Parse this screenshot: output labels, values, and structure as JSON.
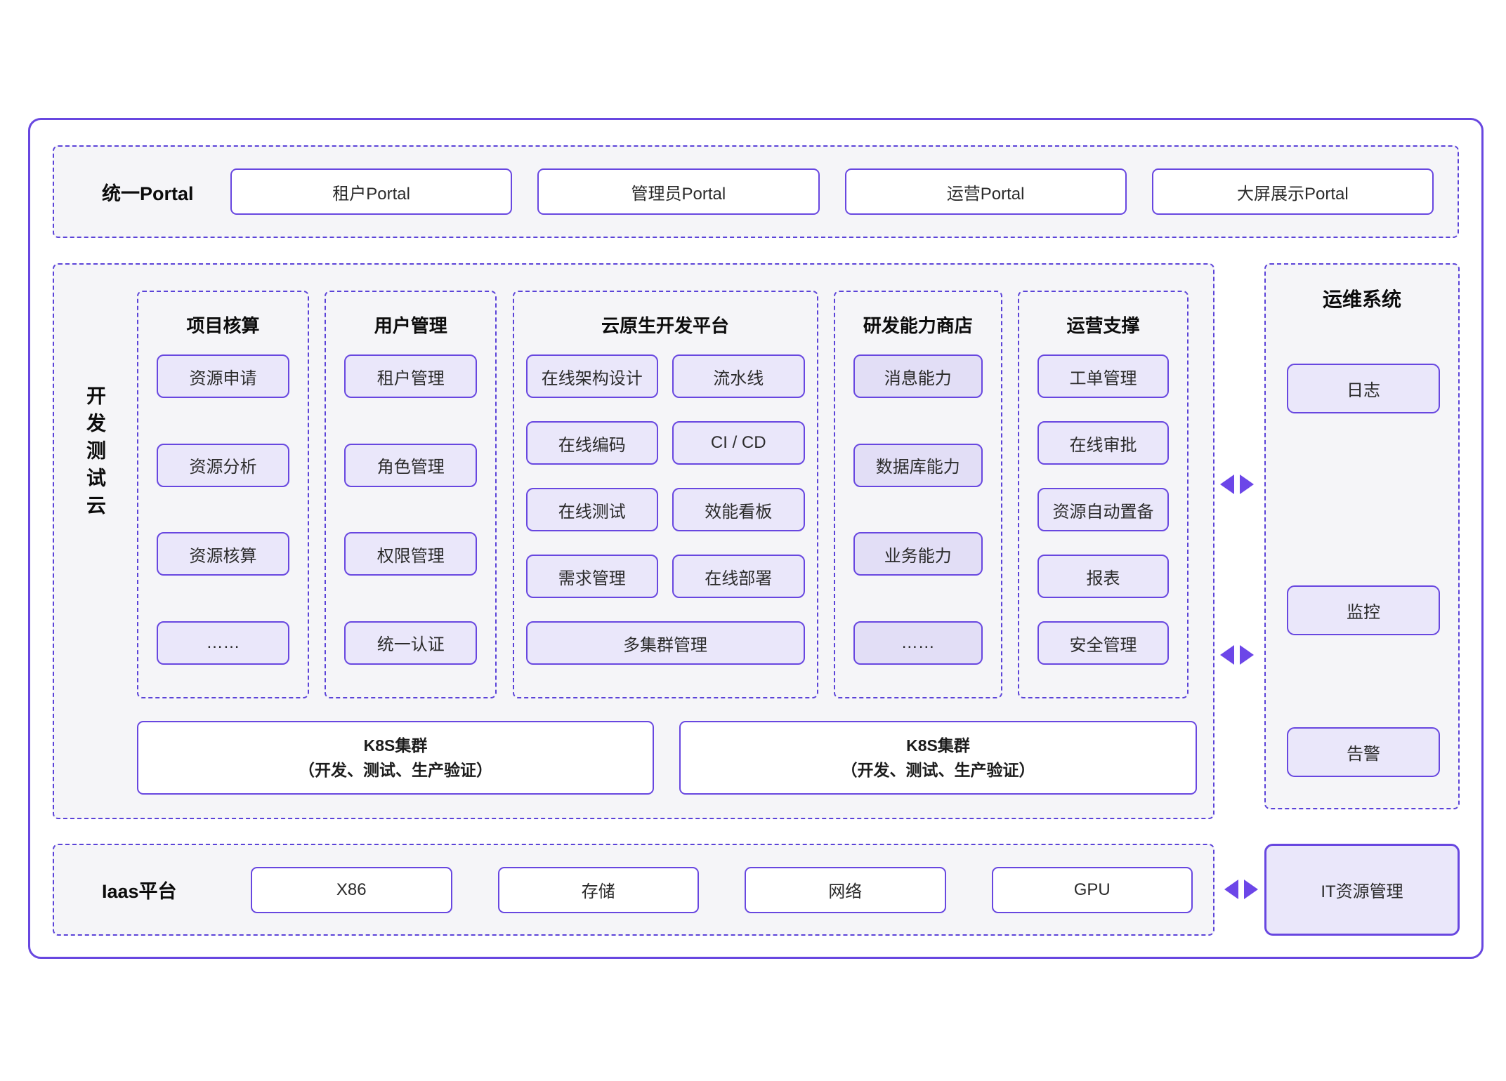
{
  "portal": {
    "label": "统一Portal",
    "items": [
      "租户Portal",
      "管理员Portal",
      "运营Portal",
      "大屏展示Portal"
    ]
  },
  "dev_cloud": {
    "label": "开发测试云",
    "columns": [
      {
        "title": "项目核算",
        "items": [
          "资源申请",
          "资源分析",
          "资源核算",
          "……"
        ]
      },
      {
        "title": "用户管理",
        "items": [
          "租户管理",
          "角色管理",
          "权限管理",
          "统一认证"
        ]
      },
      {
        "title": "云原生开发平台",
        "rows": [
          [
            "在线架构设计",
            "流水线"
          ],
          [
            "在线编码",
            "CI / CD"
          ],
          [
            "在线测试",
            "效能看板"
          ],
          [
            "需求管理",
            "在线部署"
          ]
        ],
        "full_row": "多集群管理"
      },
      {
        "title": "研发能力商店",
        "items": [
          "消息能力",
          "数据库能力",
          "业务能力",
          "……"
        ]
      },
      {
        "title": "运营支撑",
        "items": [
          "工单管理",
          "在线审批",
          "资源自动置备",
          "报表",
          "安全管理"
        ]
      }
    ],
    "k8s_clusters": [
      {
        "line1": "K8S集群",
        "line2": "（开发、测试、生产验证）"
      },
      {
        "line1": "K8S集群",
        "line2": "（开发、测试、生产验证）"
      }
    ]
  },
  "ops_system": {
    "title": "运维系统",
    "items": [
      "日志",
      "监控",
      "告警"
    ]
  },
  "iaas": {
    "label": "Iaas平台",
    "items": [
      "X86",
      "存储",
      "网络",
      "GPU"
    ]
  },
  "it_resource": {
    "label": "IT资源管理"
  },
  "icons": {
    "sync": "left-right-triangle-arrows"
  },
  "colors": {
    "accent_purple": "#6847e0",
    "dashed_purple": "#5b43d8",
    "arrow_purple": "#6c46e8",
    "section_bg": "#f5f5f8",
    "module_fill": "#eae7fa",
    "module_fill_dark": "#e2def6",
    "box_text": "#2b2b2b"
  }
}
